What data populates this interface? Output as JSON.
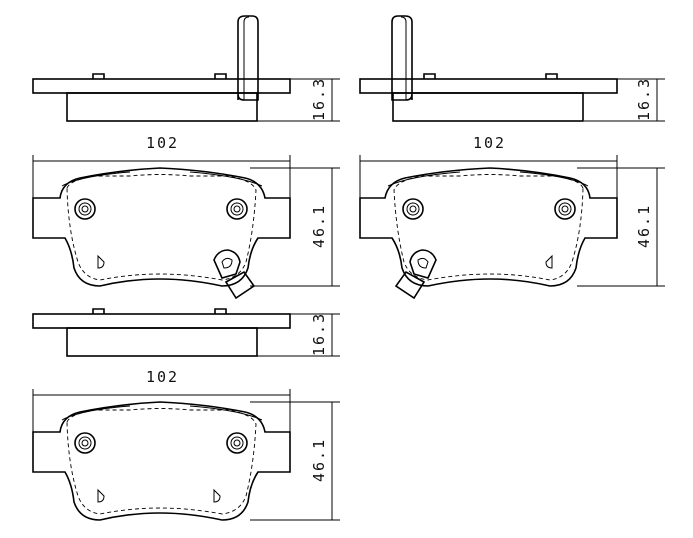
{
  "drawing": {
    "title": "Brake pad set technical drawing",
    "pads": [
      {
        "id": "top-left",
        "thickness_label": "16.3",
        "width_label": "102",
        "height_label": "46.1",
        "wear_sensor": true
      },
      {
        "id": "top-right",
        "thickness_label": "16.3",
        "width_label": "102",
        "height_label": "46.1",
        "wear_sensor": true
      },
      {
        "id": "bottom-left",
        "thickness_label": "16.3",
        "width_label": "102",
        "height_label": "46.1",
        "wear_sensor": false
      }
    ],
    "line_color": "#000000",
    "background_color": "#ffffff"
  }
}
